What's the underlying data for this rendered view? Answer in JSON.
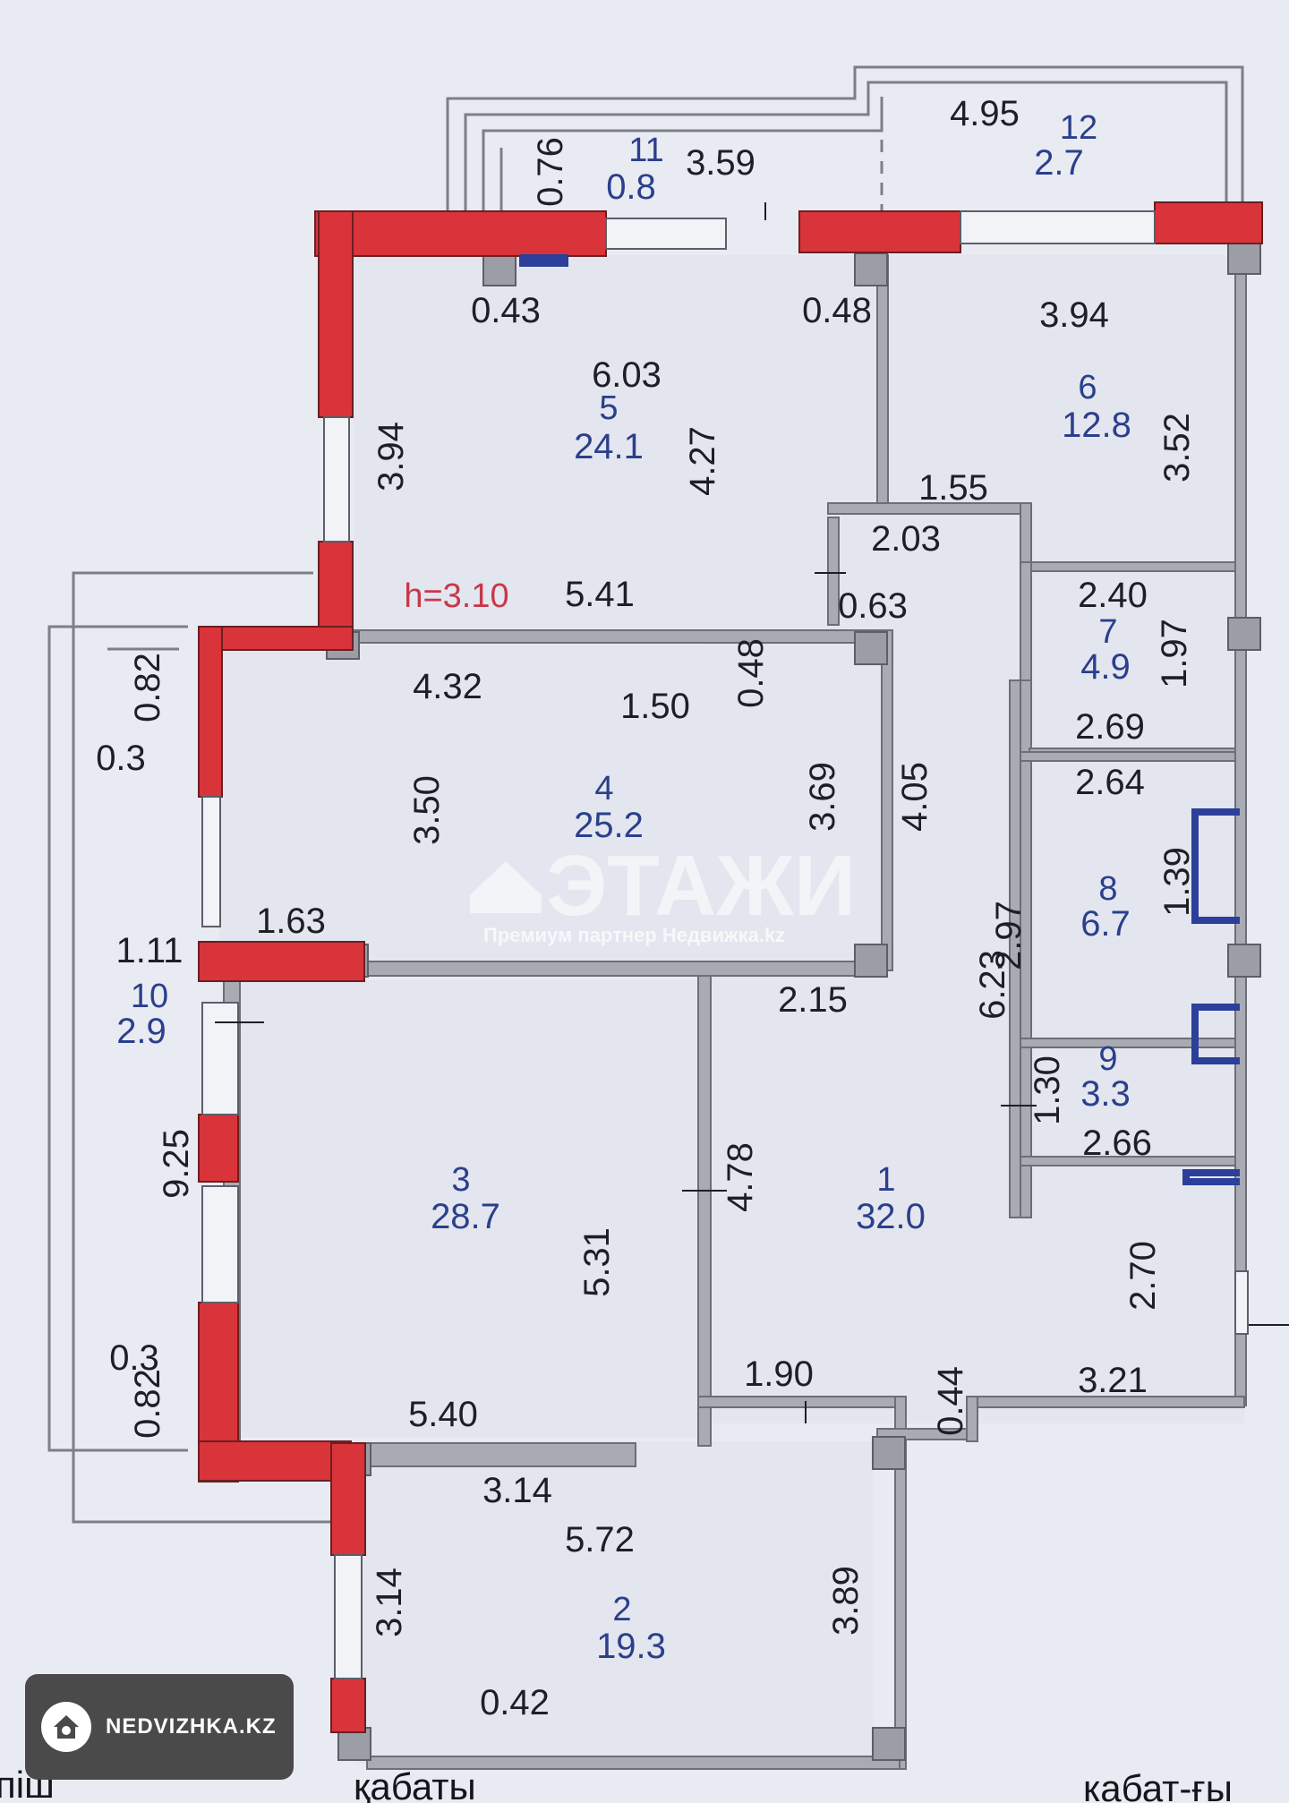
{
  "plan": {
    "ceiling_height": "h=3.10",
    "rooms": [
      {
        "num": "1",
        "area": "32.0"
      },
      {
        "num": "2",
        "area": "19.3"
      },
      {
        "num": "3",
        "area": "28.7"
      },
      {
        "num": "4",
        "area": "25.2"
      },
      {
        "num": "5",
        "area": "24.1"
      },
      {
        "num": "6",
        "area": "12.8"
      },
      {
        "num": "7",
        "area": "4.9"
      },
      {
        "num": "8",
        "area": "6.7"
      },
      {
        "num": "9",
        "area": "3.3"
      },
      {
        "num": "10",
        "area": "2.9"
      },
      {
        "num": "11",
        "area": "0.8"
      },
      {
        "num": "12",
        "area": "2.7"
      }
    ],
    "dimensions": [
      "4.95",
      "3.59",
      "0.76",
      "0.43",
      "0.48",
      "3.94",
      "6.03",
      "3.94",
      "4.27",
      "3.52",
      "1.55",
      "2.03",
      "5.41",
      "0.63",
      "2.40",
      "1.97",
      "4.32",
      "0.48",
      "1.50",
      "2.69",
      "0.82",
      "0.3",
      "3.50",
      "3.69",
      "4.05",
      "2.64",
      "1.39",
      "1.63",
      "1.11",
      "2.97",
      "2.15",
      "6.23",
      "1.30",
      "2.66",
      "9.25",
      "4.78",
      "5.31",
      "2.70",
      "0.3",
      "0.82",
      "1.90",
      "0.44",
      "3.21",
      "5.40",
      "3.14",
      "5.72",
      "3.14",
      "3.89",
      "0.42"
    ],
    "edge_text": {
      "left": "піш",
      "center": "қабаты",
      "right": "кабат-ғы"
    }
  },
  "watermark": {
    "title": "ЭТАЖИ",
    "subtitle": "Премиум партнер Недвижка.kz"
  },
  "badge": {
    "label": "NEDVIZHKA.KZ",
    "icon": "house-icon"
  },
  "colors": {
    "wall_red": "#d8343a",
    "wall_gray": "#a9abb3",
    "room_fill": "#e4e7ef",
    "dim_text": "#1e1e26",
    "room_text": "#2b3f8c",
    "height_text": "#c8384a"
  }
}
